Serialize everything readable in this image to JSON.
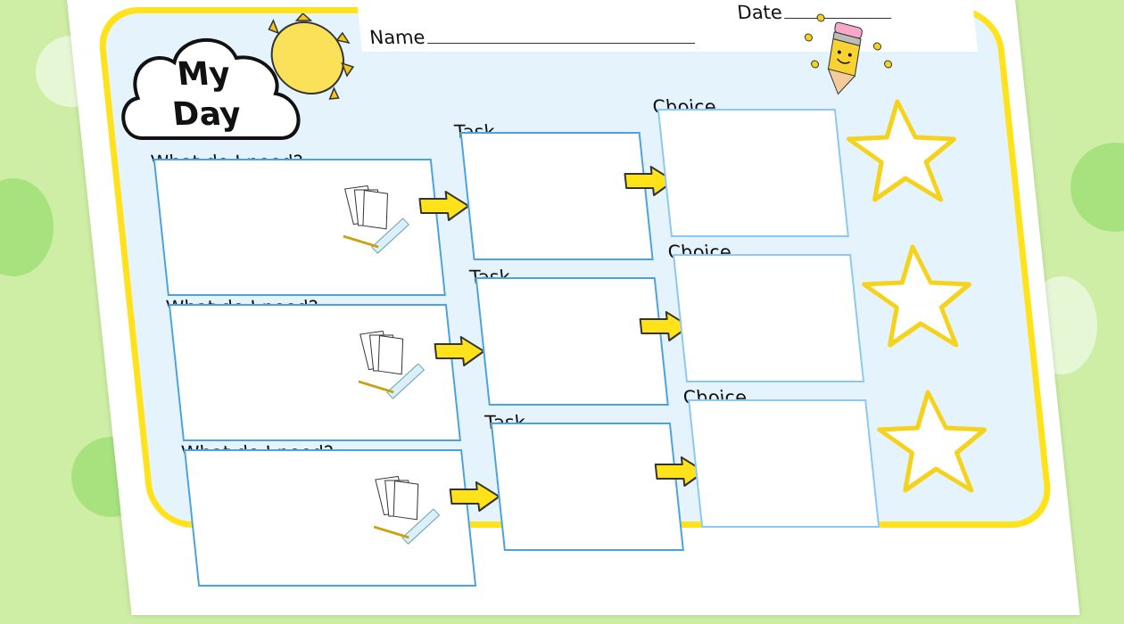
{
  "worksheet": {
    "title_line1": "My",
    "title_line2": "Day",
    "name_label": "Name",
    "date_label": "Date",
    "rows": [
      {
        "need_label": "What do I need?",
        "task_label": "Task",
        "choice_label": "Choice"
      },
      {
        "need_label": "What do I need?",
        "task_label": "Task",
        "choice_label": "Choice"
      },
      {
        "need_label": "What do I need?",
        "task_label": "Task",
        "choice_label": "Choice"
      }
    ]
  },
  "colors": {
    "background": "#cdeea4",
    "border": "#ffe21a",
    "panel": "#e4f3fc",
    "box_border": "#4aa3e0",
    "arrow": "#ffe21a",
    "star": "#f5d21c"
  },
  "icons": [
    "cloud-icon",
    "sun-icon",
    "pencil-icon",
    "paper-pencil-ruler-icon",
    "arrow-right-icon",
    "star-icon"
  ]
}
